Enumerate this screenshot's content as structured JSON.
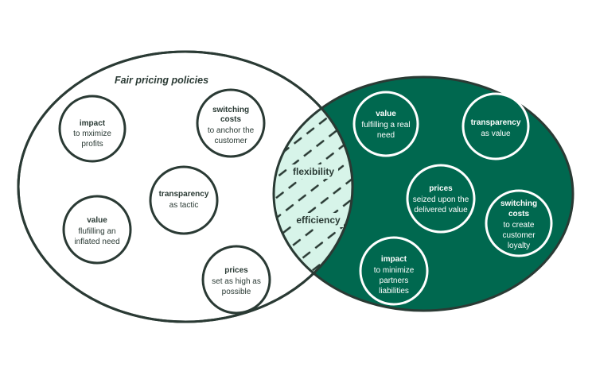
{
  "colors": {
    "accent": "#00684f",
    "outline": "#2a3a34",
    "hatch_fill": "#d7f4e9",
    "white": "#ffffff"
  },
  "left_set": {
    "title": "Fair pricing policies",
    "items": [
      {
        "bold": [
          "impact"
        ],
        "text": [
          "to mximize",
          "profits"
        ]
      },
      {
        "bold": [
          "switching",
          "costs"
        ],
        "text": [
          "to anchor the",
          "customer"
        ]
      },
      {
        "bold": [
          "transparency"
        ],
        "text": [
          "as tactic"
        ]
      },
      {
        "bold": [
          "value"
        ],
        "text": [
          "flufilling an",
          "inflated need"
        ]
      },
      {
        "bold": [
          "prices"
        ],
        "text": [
          "set as high as",
          "possible"
        ]
      }
    ]
  },
  "right_set": {
    "title": "Traditional pricing policies",
    "items": [
      {
        "bold": [
          "value"
        ],
        "text": [
          "fulfilling a real",
          "need"
        ]
      },
      {
        "bold": [
          "transparency"
        ],
        "text": [
          "as value"
        ]
      },
      {
        "bold": [
          "prices"
        ],
        "text": [
          "seized upon the",
          "delivered value"
        ]
      },
      {
        "bold": [
          "switching",
          "costs"
        ],
        "text": [
          "to create",
          "customer",
          "loyalty"
        ]
      },
      {
        "bold": [
          "impact"
        ],
        "text": [
          "to minimize",
          "partners",
          "liabilities"
        ]
      }
    ]
  },
  "overlap": {
    "items": [
      "flexibility",
      "efficiency"
    ]
  }
}
